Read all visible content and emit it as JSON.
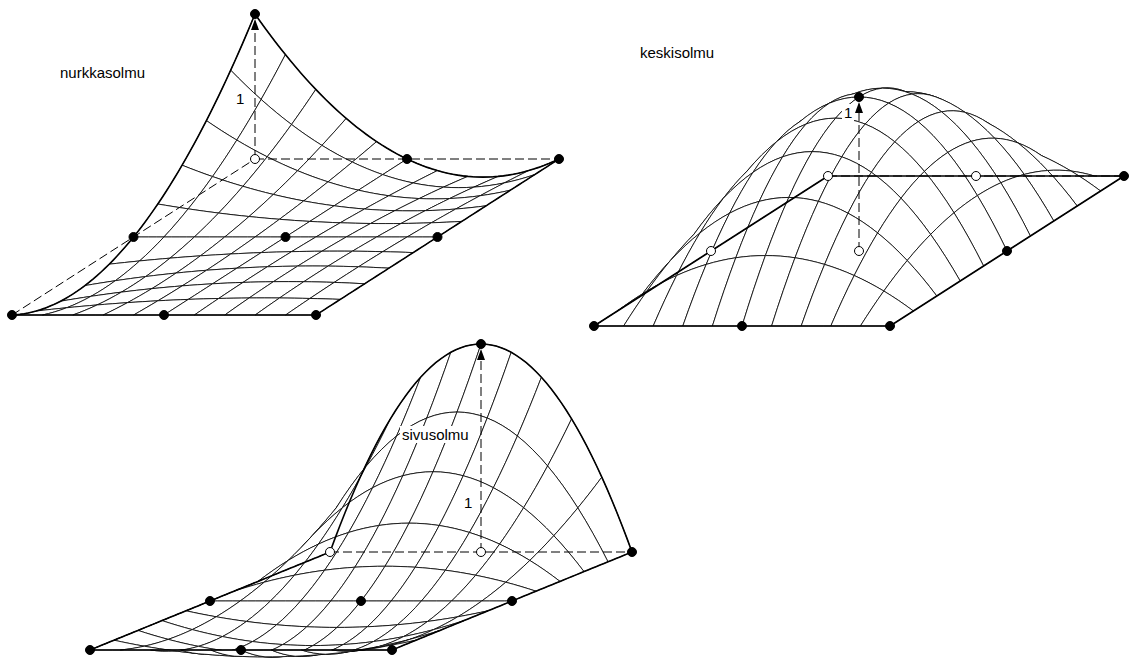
{
  "diagram": {
    "labels": [
      "nurkkasolmu",
      "1",
      "keskisolmu",
      "1",
      "sivusolmu",
      "1"
    ]
  }
}
